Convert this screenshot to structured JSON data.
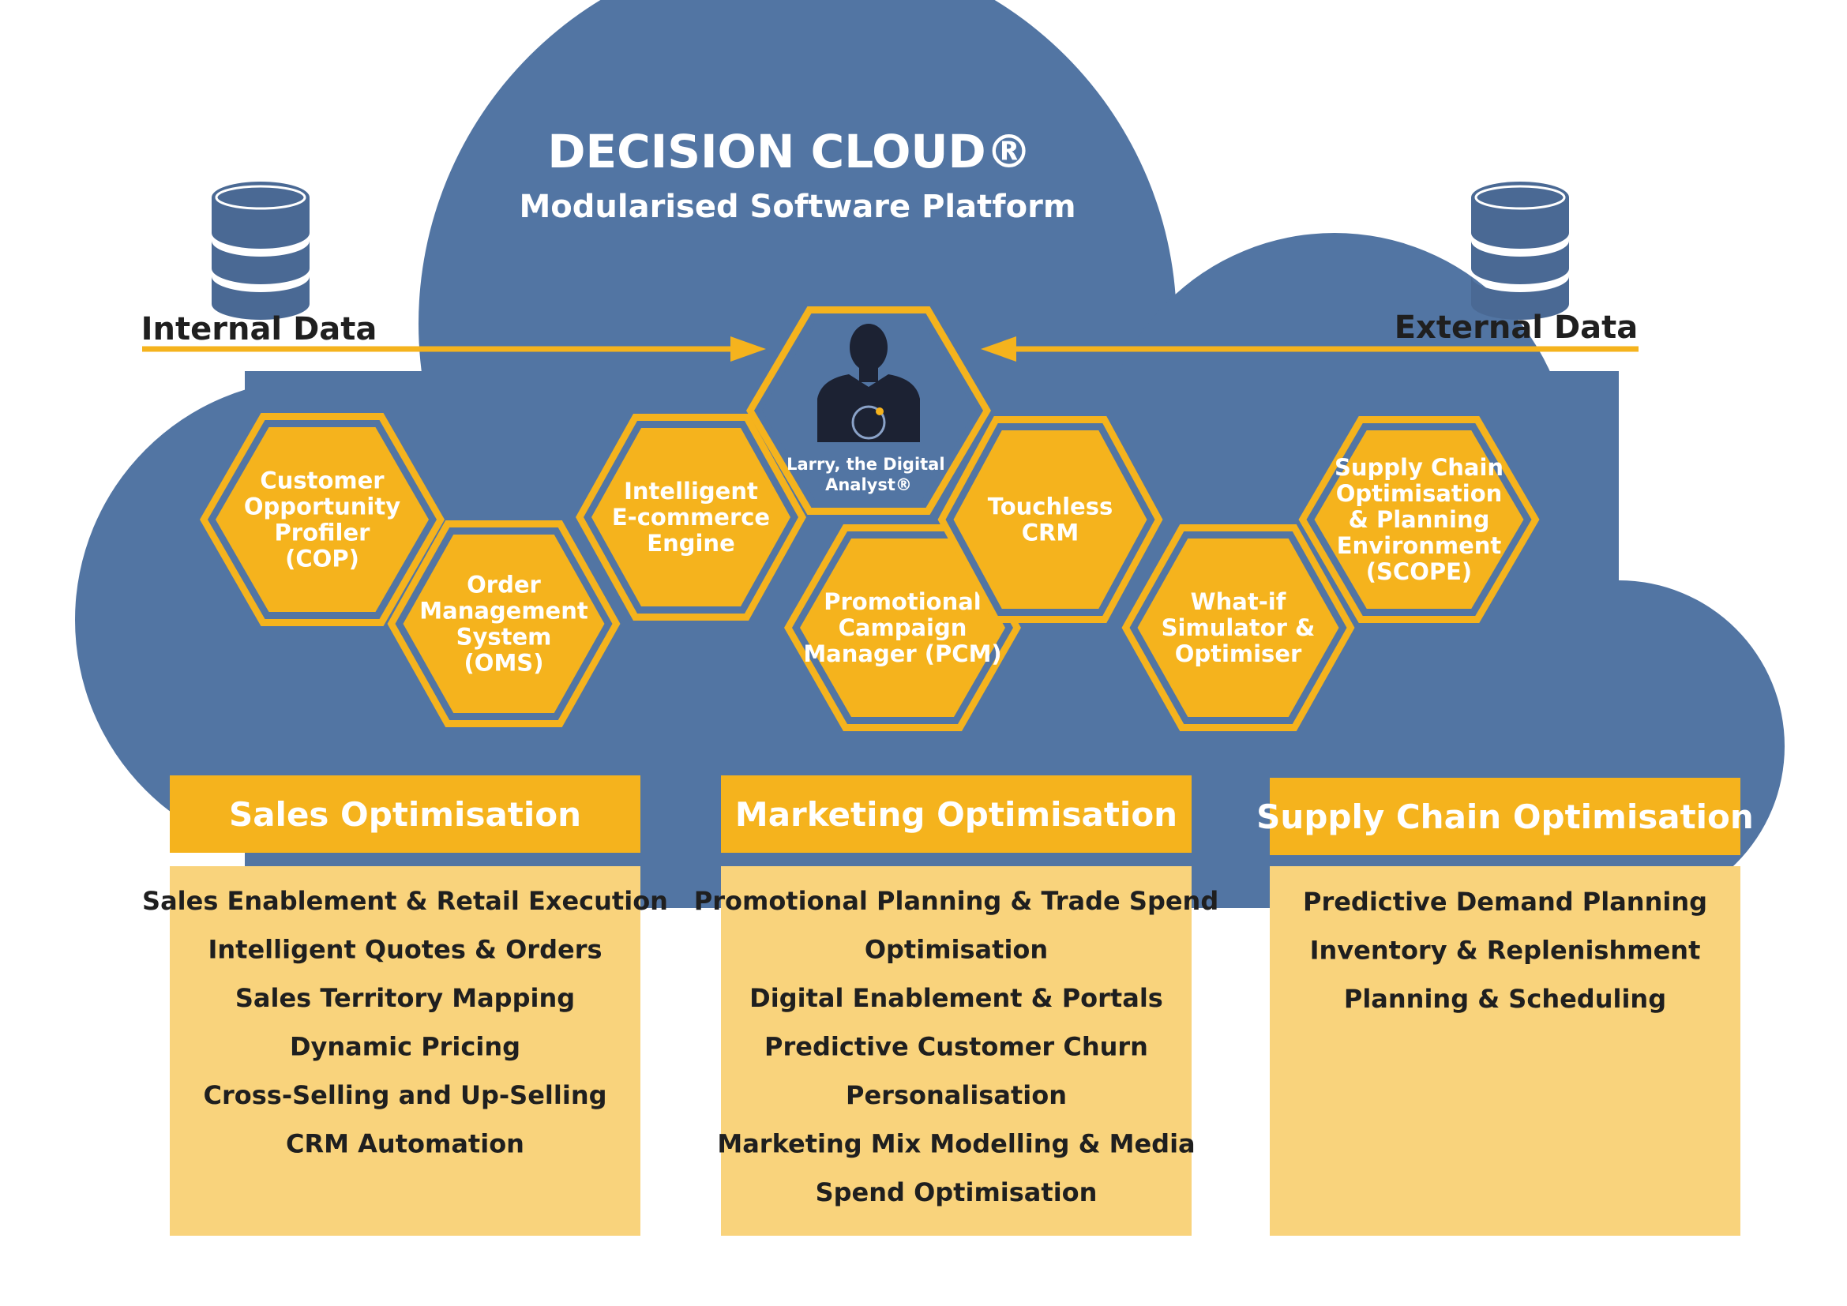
{
  "colors": {
    "cloud": "#5275a3",
    "accent": "#f5b31d",
    "panel": "#f9d37c",
    "dark_text": "#1f1f1f",
    "white": "#ffffff"
  },
  "title": {
    "main": "DECISION CLOUD®",
    "subtitle": "Modularised Software Platform"
  },
  "data_sources": {
    "internal": {
      "label": "Internal Data",
      "icon": "database-icon"
    },
    "external": {
      "label": "External Data",
      "icon": "database-icon"
    }
  },
  "center": {
    "lines": [
      "Larry, the Digital",
      "Analyst®"
    ],
    "icon": "person-silhouette-icon"
  },
  "modules": [
    {
      "id": "cop",
      "lines": [
        "Customer",
        "Opportunity",
        "Profiler",
        "(COP)"
      ]
    },
    {
      "id": "oms",
      "lines": [
        "Order",
        "Management",
        "System",
        "(OMS)"
      ]
    },
    {
      "id": "iee",
      "lines": [
        "Intelligent",
        "E-commerce",
        "Engine"
      ]
    },
    {
      "id": "pcm",
      "lines": [
        "Promotional",
        "Campaign",
        "Manager (PCM)"
      ]
    },
    {
      "id": "crm",
      "lines": [
        "Touchless",
        "CRM"
      ]
    },
    {
      "id": "whatif",
      "lines": [
        "What-if",
        "Simulator &",
        "Optimiser"
      ]
    },
    {
      "id": "scope",
      "lines": [
        "Supply Chain",
        "Optimisation",
        "& Planning",
        "Environment",
        "(SCOPE)"
      ]
    }
  ],
  "columns": [
    {
      "header": "Sales Optimisation",
      "items": [
        "Sales Enablement & Retail Execution",
        "Intelligent Quotes & Orders",
        "Sales Territory Mapping",
        "Dynamic Pricing",
        "Cross-Selling and Up-Selling",
        "CRM Automation"
      ]
    },
    {
      "header": "Marketing Optimisation",
      "items": [
        "Promotional Planning & Trade Spend",
        "Optimisation",
        "Digital Enablement & Portals",
        "Predictive Customer Churn",
        "Personalisation",
        "Marketing Mix Modelling & Media",
        "Spend Optimisation"
      ]
    },
    {
      "header": "Supply Chain Optimisation",
      "items": [
        "Predictive Demand Planning",
        "Inventory & Replenishment",
        "Planning & Scheduling"
      ]
    }
  ]
}
